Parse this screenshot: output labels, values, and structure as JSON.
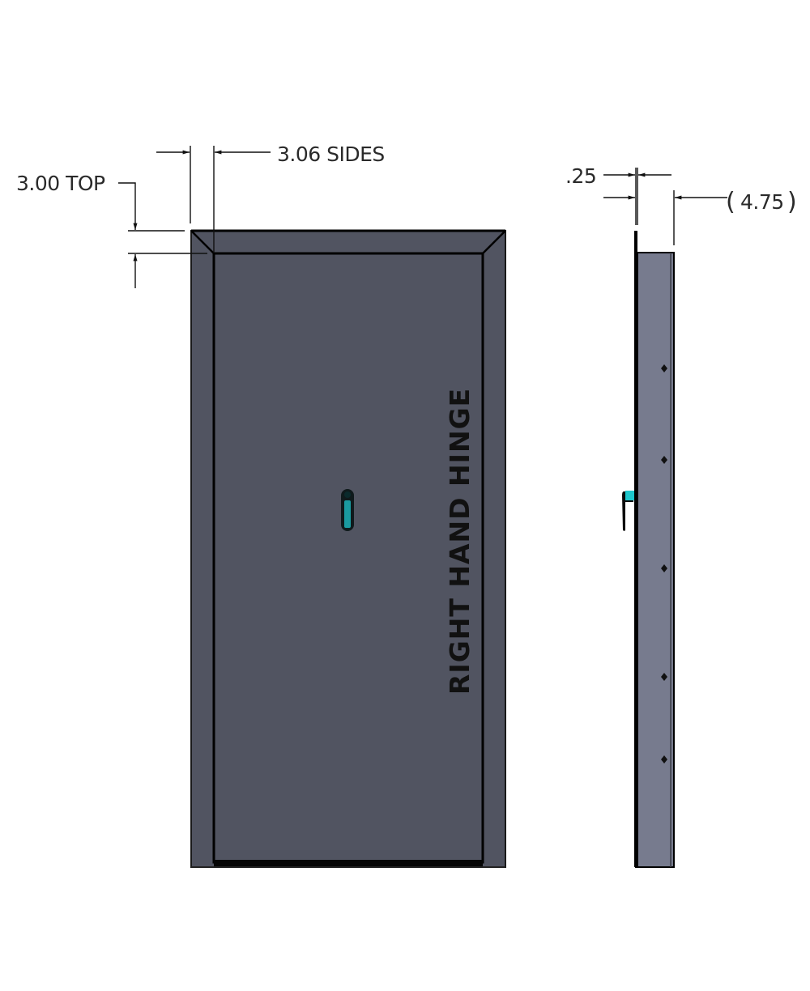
{
  "drawing": {
    "front_view": {
      "label_vertical": "RIGHT HAND HINGE",
      "frame_color": "#515461",
      "door_color": "#515461",
      "handle_color": "#1a9aa0"
    },
    "side_view": {
      "slab_color": "#777b8e",
      "handle_color": "#1ec6cc",
      "hinge_dot_count": 5
    },
    "dimensions": {
      "top": "3.00 TOP",
      "sides": "3.06 SIDES",
      "edge": ".25",
      "depth": "4.75",
      "depth_open_paren": "(",
      "depth_close_paren": ")"
    }
  }
}
